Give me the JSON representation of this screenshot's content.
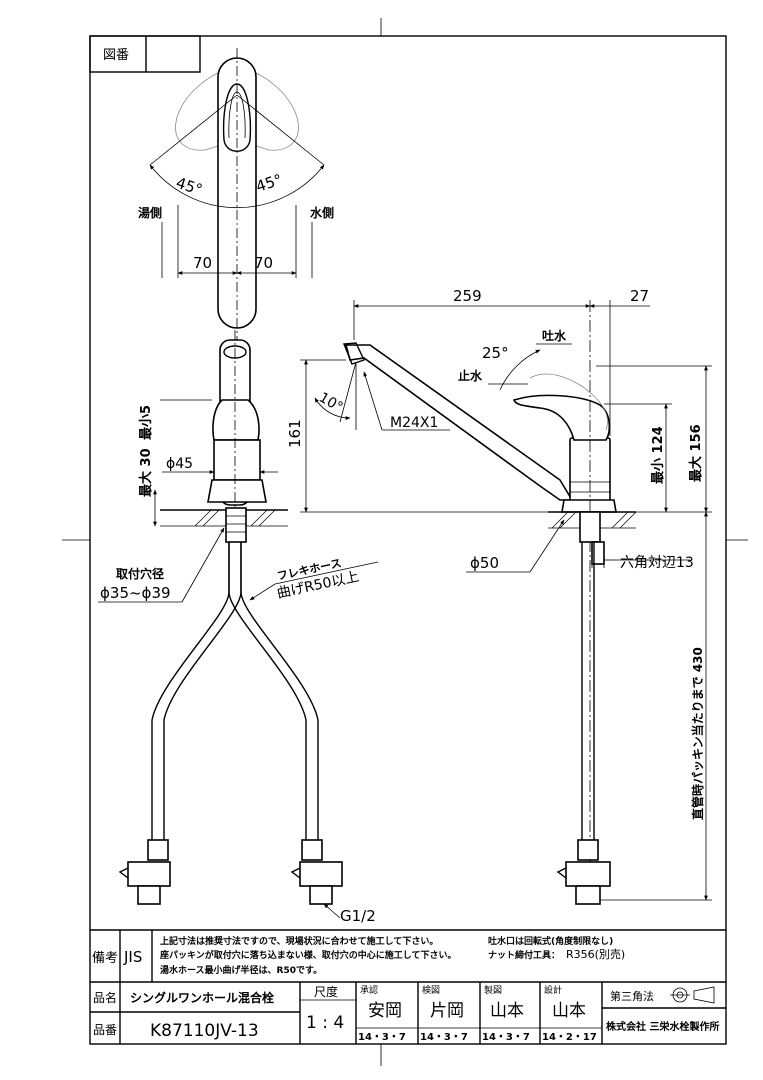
{
  "title_block": {
    "drawing_no_label": "図番",
    "remarks_label": "備考",
    "standard": "JIS",
    "notes": [
      "上記寸法は推奨寸法ですので、現場状況に合わせて施工して下さい。",
      "座パッキンが取付穴に落ち込まない様、取付穴の中心に施工して下さい。",
      "湯水ホース最小曲げ半径は、R50です。"
    ],
    "spout_note": "吐水口は回転式(角度制限なし)",
    "nut_tool_label": "ナット締付工具：",
    "nut_tool_value": "R356(別売)",
    "product_name_label": "品名",
    "product_name": "シングルワンホール混合栓",
    "product_no_label": "品番",
    "product_no": "K87110JV-13",
    "scale_label": "尺度",
    "scale": "1 : 4",
    "approval": {
      "label": "承認",
      "name": "安岡",
      "date": "14・3・7"
    },
    "inspect": {
      "label": "検図",
      "name": "片岡",
      "date": "14・3・7"
    },
    "draft": {
      "label": "製図",
      "name": "山本",
      "date": "14・3・7"
    },
    "design": {
      "label": "設計",
      "name": "山本",
      "date": "14・2・17"
    },
    "projection": "第三角法",
    "company": "株式会社 三栄水栓製作所"
  },
  "top_view": {
    "angle_left": "45°",
    "angle_right": "45°",
    "hot_side": "湯側",
    "cold_side": "水側",
    "dim_left": "70",
    "dim_right": "70"
  },
  "front_view": {
    "max_30_label": "最大 30",
    "min_5_label": "最小5",
    "dia_45": "ϕ45",
    "hole_label": "取付穴径",
    "hole_value": "ϕ35~ϕ39",
    "flex_hose": "フレキホース",
    "bend_radius": "曲げR50以上",
    "thread": "G1/2"
  },
  "side_view": {
    "dim_259": "259",
    "dim_27": "27",
    "angle_25": "25°",
    "angle_10": "10°",
    "spout_label": "吐水",
    "stop_label": "止水",
    "dim_161": "161",
    "thread_m24": "M24X1",
    "min_124": "最小 124",
    "max_156": "最大 156",
    "dia_50": "ϕ50",
    "hex_label": "六角対辺13",
    "pipe_length": "直管時パッキン当たりまで 430"
  }
}
